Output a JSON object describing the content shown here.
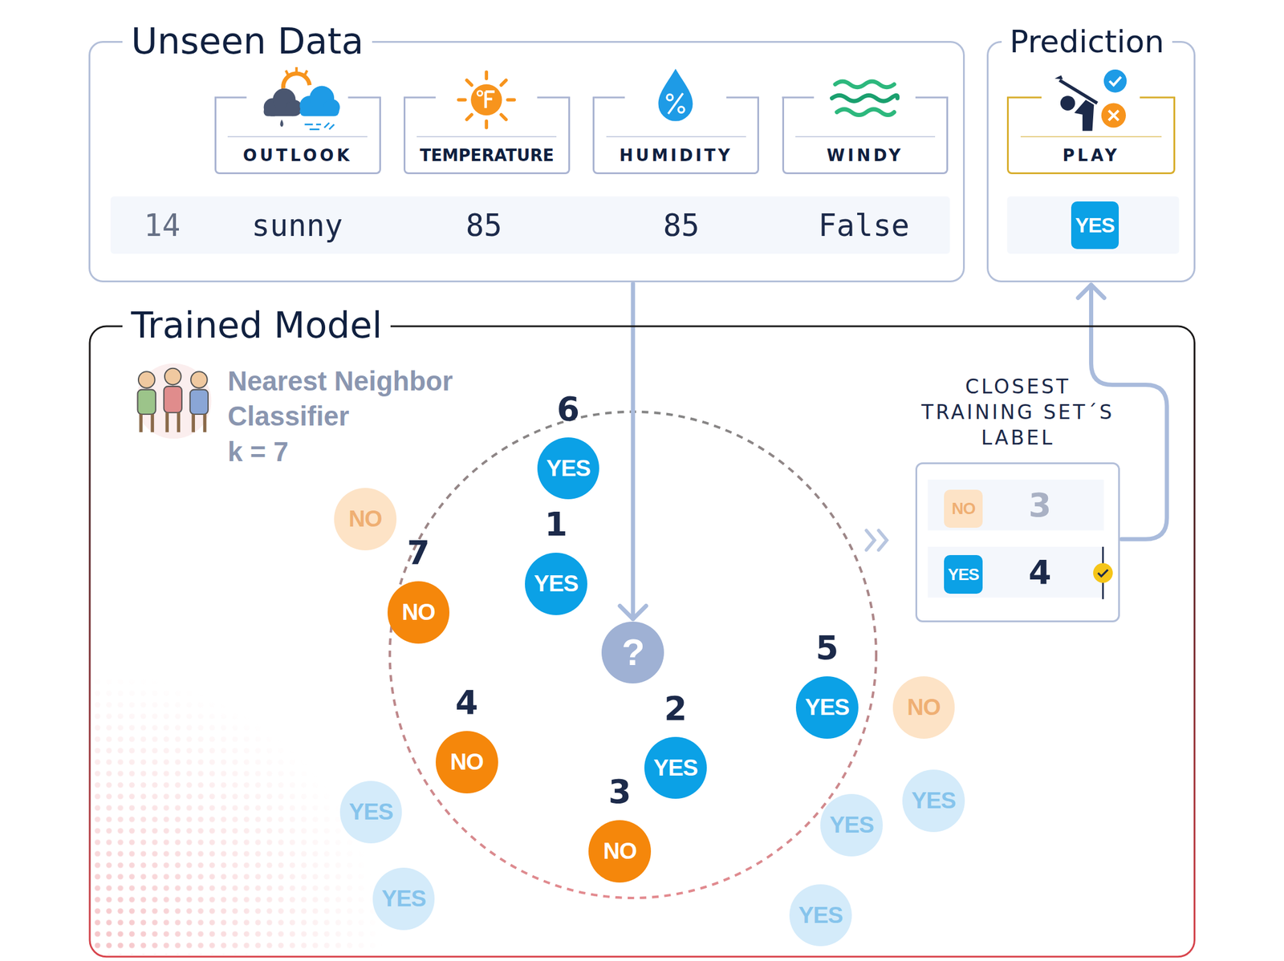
{
  "diagram": {
    "nodes": [
      {
        "text": [
          "Unseen Data"
        ]
      },
      {
        "text": [
          "OUTLOOK"
        ],
        "in": 0
      },
      {
        "text": [
          "TEMPERATURE"
        ],
        "in": 0
      },
      {
        "text": [
          "HUMIDITY"
        ],
        "in": 0
      },
      {
        "text": [
          "WINDY"
        ],
        "in": 0
      },
      {
        "text": [
          "Prediction"
        ]
      },
      {
        "text": [
          "PLAY"
        ],
        "in": 5
      },
      {
        "text": [
          "YES"
        ],
        "in": 5
      },
      {
        "text": [
          "Trained Model"
        ]
      },
      {
        "text": [
          "6",
          "YES"
        ],
        "in": 8
      },
      {
        "text": [
          "NO"
        ],
        "in": 8
      },
      {
        "text": [
          "1",
          "YES"
        ],
        "in": 8
      },
      {
        "text": [
          "7",
          "NO"
        ],
        "in": 8
      },
      {
        "text": [
          "?"
        ],
        "in": 8
      },
      {
        "text": [
          "5",
          "YES"
        ],
        "in": 8
      },
      {
        "text": [
          "NO"
        ],
        "in": 8
      },
      {
        "text": [
          "4",
          "NO"
        ],
        "in": 8
      },
      {
        "text": [
          "2",
          "YES"
        ],
        "in": 8
      },
      {
        "text": [
          "YES"
        ],
        "in": 8
      },
      {
        "text": [
          "YES"
        ],
        "in": 8
      },
      {
        "text": [
          "YES"
        ],
        "in": 8
      },
      {
        "text": [
          "3",
          "NO"
        ],
        "in": 8
      },
      {
        "text": [
          "YES"
        ],
        "in": 8
      },
      {
        "text": [
          "YES"
        ],
        "in": 8
      },
      {
        "text": [
          "CLOSEST TRAINING SET´S LABEL"
        ],
        "in": 8
      },
      {
        "text": [
          "NO"
        ],
        "in": 24
      },
      {
        "text": [
          "YES"
        ],
        "in": 24
      }
    ],
    "edges": [
      {
        "from": 0,
        "to": 13,
        "arrow": "to"
      },
      {
        "from": 24,
        "to": 5,
        "arrow": "to"
      }
    ],
    "labels": [
      "14",
      "sunny",
      "85",
      "85",
      "False",
      "Nearest Neighbor Classifier",
      "k = 7",
      "3",
      "4"
    ]
  }
}
